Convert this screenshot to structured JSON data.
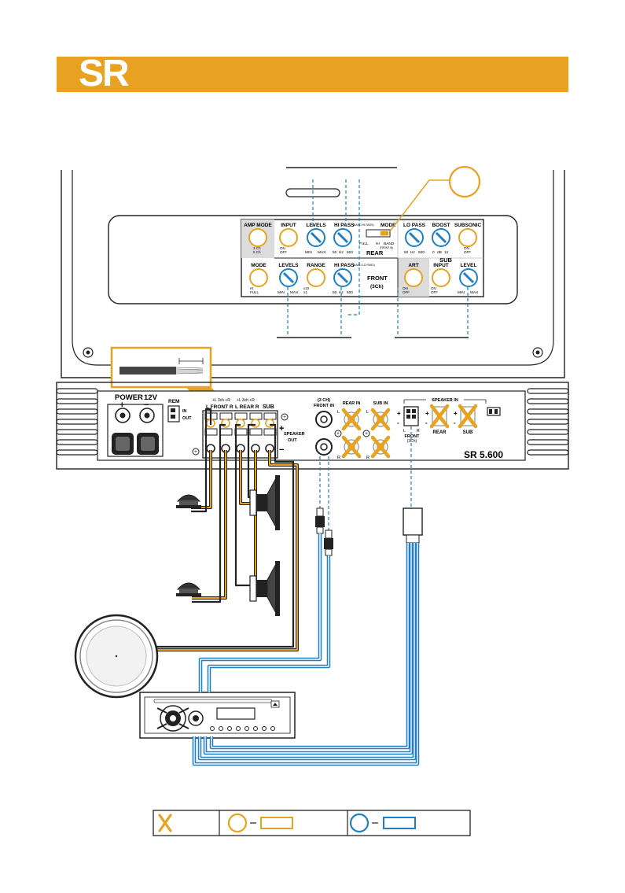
{
  "header": {
    "title": "SR"
  },
  "colors": {
    "accent": "#e8a21f",
    "blue": "#1f7fc4",
    "dark": "#222222"
  },
  "panel": {
    "amp_mode": {
      "label": "AMP MODE",
      "opt1": "3 Ch",
      "opt2": "5 Ch"
    },
    "input_rear": {
      "label": "INPUT",
      "opt1": "ON",
      "opt2": "OFF"
    },
    "levels_rear": {
      "label": "LEVELS",
      "min": "MIN",
      "max": "MAX"
    },
    "hipass_rear": {
      "label": "HI PASS",
      "sub": "(BAND HI PASS)",
      "min": "50",
      "unit": "Hz",
      "max": "500"
    },
    "mode_rear": {
      "label": "MODE",
      "opt1": "FULL",
      "opt2": "HI",
      "opt3": "BAND",
      "opt4": "(FRONT IN)"
    },
    "rear_label": "REAR",
    "lopass": {
      "label": "LO PASS",
      "min": "50",
      "unit": "Hz",
      "max": "500"
    },
    "boost": {
      "label": "BOOST",
      "min": "0",
      "unit": "dB",
      "max": "12"
    },
    "subsonic": {
      "label": "SUBSONIC",
      "opt1": "ON",
      "opt2": "OFF"
    },
    "sub_label": "SUB",
    "mode_front": {
      "label": "MODE",
      "opt1": "HI",
      "opt2": "FULL"
    },
    "levels_front": {
      "label": "LEVELS",
      "min": "MIN",
      "max": "MAX"
    },
    "range": {
      "label": "RANGE",
      "opt1": "x10",
      "opt2": "x1"
    },
    "hipass_front": {
      "label": "HI PASS",
      "sub": "(BAND LO PASS)",
      "min": "50",
      "unit": "Hz",
      "max": "500"
    },
    "front_label": "FRONT",
    "front_sub": "(3Ch)",
    "art": {
      "label": "ART",
      "opt1": "ON",
      "opt2": "OFF"
    },
    "input_sub": {
      "label": "INPUT",
      "opt1": "ON",
      "opt2": "OFF"
    },
    "level_sub": {
      "label": "LEVEL",
      "min": "MIN",
      "max": "MAX"
    }
  },
  "terminals": {
    "power": "POWER",
    "voltage": "12V",
    "plus": "+",
    "minus": "−",
    "rem": "REM",
    "rem_in": "IN",
    "rem_out": "OUT",
    "front_hdr": "L FRONT R",
    "rear_hdr": "L REAR R",
    "sub_hdr": "SUB",
    "front_sm": "+L 3ch +R",
    "rear_sm": "+L 3ch +R",
    "speaker_out": "SPEAKER",
    "speaker_out2": "OUT",
    "front_in": "FRONT IN",
    "front_in_sub": "(3 CH)",
    "rear_in": "REAR IN",
    "sub_in": "SUB IN",
    "speaker_in": "SPEAKER IN",
    "front_3ch": "FRONT",
    "front_3ch_sub": "(3Ch)",
    "rear": "REAR",
    "sub": "SUB",
    "l": "L",
    "r": "R",
    "model": "SR 5.600"
  }
}
